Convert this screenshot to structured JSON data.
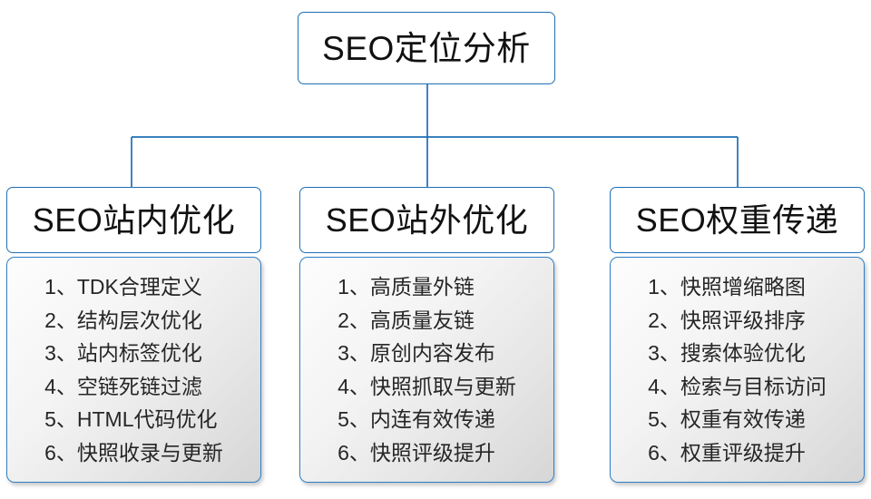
{
  "diagram": {
    "type": "org-chart",
    "colors": {
      "node_border": "#1f6fb5",
      "panel_border": "#2f7fc6",
      "connector": "#1f6fb5",
      "node_background": "#ffffff",
      "panel_background_top": "#fdfdfd",
      "panel_background_bottom": "#d6d6d6",
      "text": "#111111"
    },
    "root": {
      "title": "SEO定位分析"
    },
    "branches": [
      {
        "title": "SEO站内优化",
        "items": [
          "1、TDK合理定义",
          "2、结构层次优化",
          "3、站内标签优化",
          "4、空链死链过滤",
          "5、HTML代码优化",
          "6、快照收录与更新"
        ]
      },
      {
        "title": "SEO站外优化",
        "items": [
          "1、高质量外链",
          "2、高质量友链",
          "3、原创内容发布",
          "4、快照抓取与更新",
          "5、内连有效传递",
          "6、快照评级提升"
        ]
      },
      {
        "title": "SEO权重传递",
        "items": [
          "1、快照增缩略图",
          "2、快照评级排序",
          "3、搜索体验优化",
          "4、检索与目标访问",
          "5、权重有效传递",
          "6、权重评级提升"
        ]
      }
    ]
  }
}
